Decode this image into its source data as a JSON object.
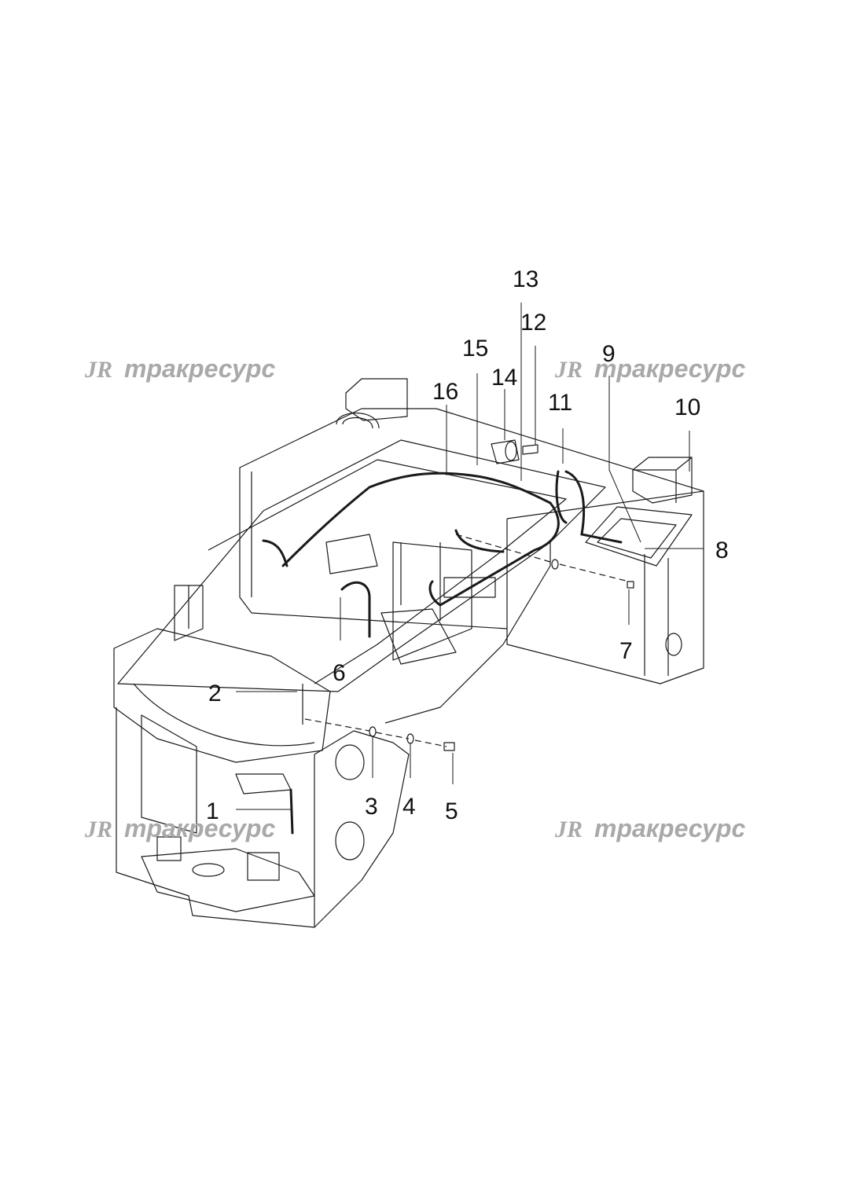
{
  "watermark": {
    "mark": "JR",
    "text": "тракресурс"
  },
  "callouts": [
    "1",
    "2",
    "3",
    "4",
    "5",
    "6",
    "7",
    "8",
    "9",
    "10",
    "11",
    "12",
    "13",
    "14",
    "15",
    "16"
  ],
  "colors": {
    "line": "#1a1a1a",
    "watermark": "#a9a9a9",
    "background": "#ffffff"
  }
}
